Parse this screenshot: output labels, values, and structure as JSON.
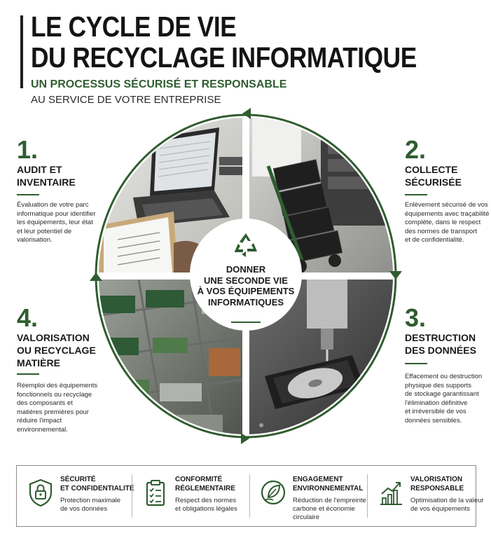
{
  "header": {
    "title_line1": "LE CYCLE DE VIE",
    "title_line2": "DU RECYCLAGE INFORMATIQUE",
    "subtitle_green": "UN PROCESSUS SÉCURISÉ ET RESPONSABLE",
    "subtitle_dark": "AU SERVICE DE VOTRE ENTREPRISE"
  },
  "steps": [
    {
      "number": "1.",
      "title_lines": [
        "AUDIT ET",
        "INVENTAIRE"
      ],
      "desc_lines": [
        "Évaluation de votre parc",
        "informatique pour identifier",
        "les équipements, leur état",
        "et leur potentiel de",
        "valorisation."
      ]
    },
    {
      "number": "2.",
      "title_lines": [
        "COLLECTE",
        "SÉCURISÉE"
      ],
      "desc_lines": [
        "Enlèvement sécurisé de vos",
        "équipements avec traçabilité",
        "complète, dans le respect",
        "des normes de transport",
        "et de confidentialité."
      ]
    },
    {
      "number": "3.",
      "title_lines": [
        "DESTRUCTION",
        "DES DONNÉES"
      ],
      "desc_lines": [
        "Effacement ou destruction",
        "physique des supports",
        "de stockage garantissant",
        "l'élimination définitive",
        "et irréversible de vos",
        "données sensibles."
      ]
    },
    {
      "number": "4.",
      "title_lines": [
        "VALORISATION",
        "OU RECYCLAGE",
        "MATIÈRE"
      ],
      "desc_lines": [
        "Réemploi des équipements",
        "fonctionnels ou recyclage",
        "des composants et",
        "matières premières pour",
        "réduire l'impact",
        "environnemental."
      ]
    }
  ],
  "center": {
    "lines": [
      "DONNER",
      "UNE SECONDE VIE",
      "À VOS ÉQUIPEMENTS",
      "INFORMATIQUES"
    ],
    "icon": "recycle-icon"
  },
  "illustrations": {
    "top_left": "laptop-checklist-photo",
    "top_right": "hand-truck-servers-photo",
    "bottom_right": "hard-drive-shredding-photo",
    "bottom_left": "sorted-components-photo"
  },
  "features": [
    {
      "icon": "padlock-shield-icon",
      "title_lines": [
        "SÉCURITÉ",
        "ET CONFIDENTIALITÉ"
      ],
      "desc_lines": [
        "Protection maximale",
        "de vos données"
      ]
    },
    {
      "icon": "clipboard-checklist-icon",
      "title_lines": [
        "CONFORMITÉ",
        "RÉGLEMENTAIRE"
      ],
      "desc_lines": [
        "Respect des normes",
        "et obligations légales"
      ]
    },
    {
      "icon": "leaf-hand-icon",
      "title_lines": [
        "ENGAGEMENT",
        "ENVIRONNEMENTAL"
      ],
      "desc_lines": [
        "Réduction de l'empreinte",
        "carbone et économie",
        "circulaire"
      ]
    },
    {
      "icon": "growth-chart-icon",
      "title_lines": [
        "VALORISATION",
        "RESPONSABLE"
      ],
      "desc_lines": [
        "Optimisation de la valeur",
        "de vos équipements"
      ]
    }
  ],
  "colors": {
    "accent_green": "#2f5d2f",
    "text_dark": "#1a1a1a",
    "border_gray": "#8a8a8a"
  }
}
